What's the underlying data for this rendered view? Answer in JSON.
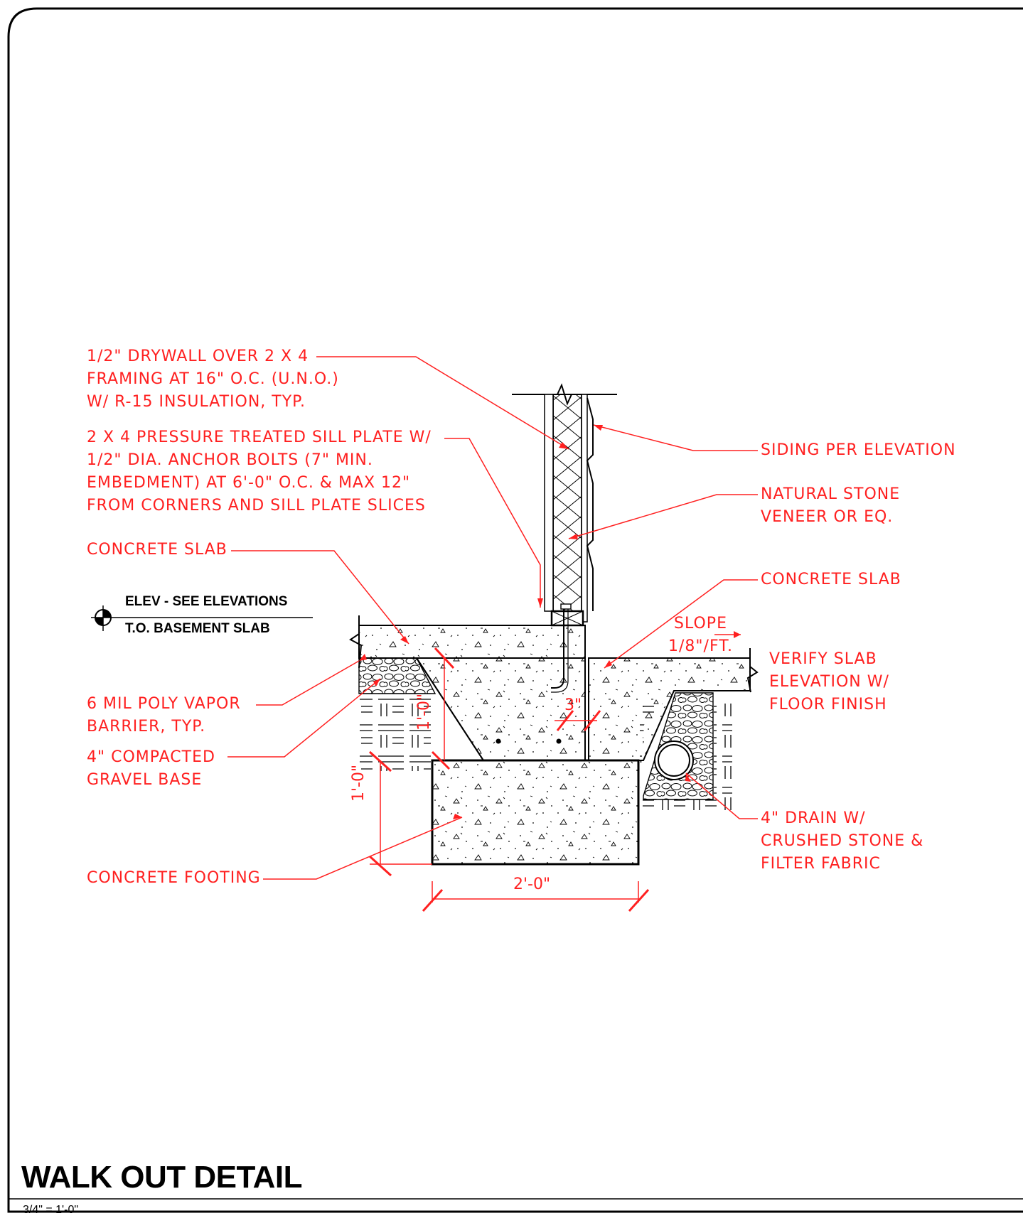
{
  "title": "WALK OUT DETAIL",
  "scale": "3/4\" = 1'-0\"",
  "elevation_marker": {
    "upper": "ELEV - SEE ELEVATIONS",
    "lower": "T.O. BASEMENT SLAB"
  },
  "notes": {
    "drywall": [
      "1/2\" DRYWALL OVER 2 X 4",
      "FRAMING AT 16\" O.C. (U.N.O.)",
      "W/ R-15 INSULATION, TYP."
    ],
    "sill_plate": [
      "2 X 4 PRESSURE TREATED SILL PLATE W/",
      "1/2\" DIA. ANCHOR BOLTS (7\" MIN.",
      "EMBEDMENT) AT 6'-0\" O.C. & MAX 12\"",
      "FROM CORNERS AND SILL PLATE SLICES"
    ],
    "concrete_slab_left": [
      "CONCRETE SLAB"
    ],
    "vapor_barrier": [
      "6 MIL POLY VAPOR",
      "BARRIER, TYP."
    ],
    "gravel_base": [
      "4\" COMPACTED",
      "GRAVEL BASE"
    ],
    "concrete_footing": [
      "CONCRETE FOOTING"
    ],
    "siding": [
      "SIDING PER ELEVATION"
    ],
    "stone_veneer": [
      "NATURAL STONE",
      "VENEER OR EQ."
    ],
    "concrete_slab_right": [
      "CONCRETE SLAB"
    ],
    "slope": [
      "SLOPE",
      "1/8\"/FT."
    ],
    "verify_slab": [
      "VERIFY SLAB",
      "ELEVATION W/",
      "FLOOR FINISH"
    ],
    "drain": [
      "4\" DRAIN W/",
      "CRUSHED STONE &",
      "FILTER FABRIC"
    ]
  },
  "dimensions": {
    "footing_width": "2'-0\"",
    "footing_depth": "1'-0\"",
    "stem_height": "1'-0\"",
    "stem_offset": "3\""
  },
  "colors": {
    "annotation": "#ff2020",
    "linework": "#000000",
    "background": "#ffffff"
  }
}
